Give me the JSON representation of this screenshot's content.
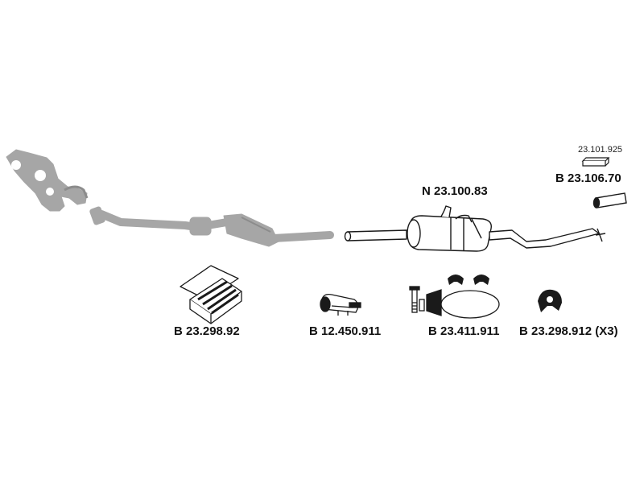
{
  "diagram": {
    "colors": {
      "ink": "#1a1a1a",
      "grey_part": "#a6a6a6",
      "grey_dark": "#8c8c8c",
      "background": "#ffffff"
    },
    "labels": {
      "small_ref": "23.101.925",
      "tail_pipe": "B 23.106.70",
      "center_muffler": "N 23.100.83",
      "mounting_kit": "B 23.298.92",
      "clamp": "B 12.450.911",
      "gasket_kit": "B 23.411.911",
      "rubber_hanger": "B 23.298.912 (X3)"
    },
    "icons": {
      "front_section": "grey-exhaust-front-section-icon",
      "muffler": "center-muffler-icon",
      "tail": "tail-pipe-icon",
      "kit": "mounting-kit-box-icon",
      "clamp": "pipe-clamp-icon",
      "gasket": "gasket-ring-icon",
      "hanger": "rubber-hanger-icon"
    }
  }
}
